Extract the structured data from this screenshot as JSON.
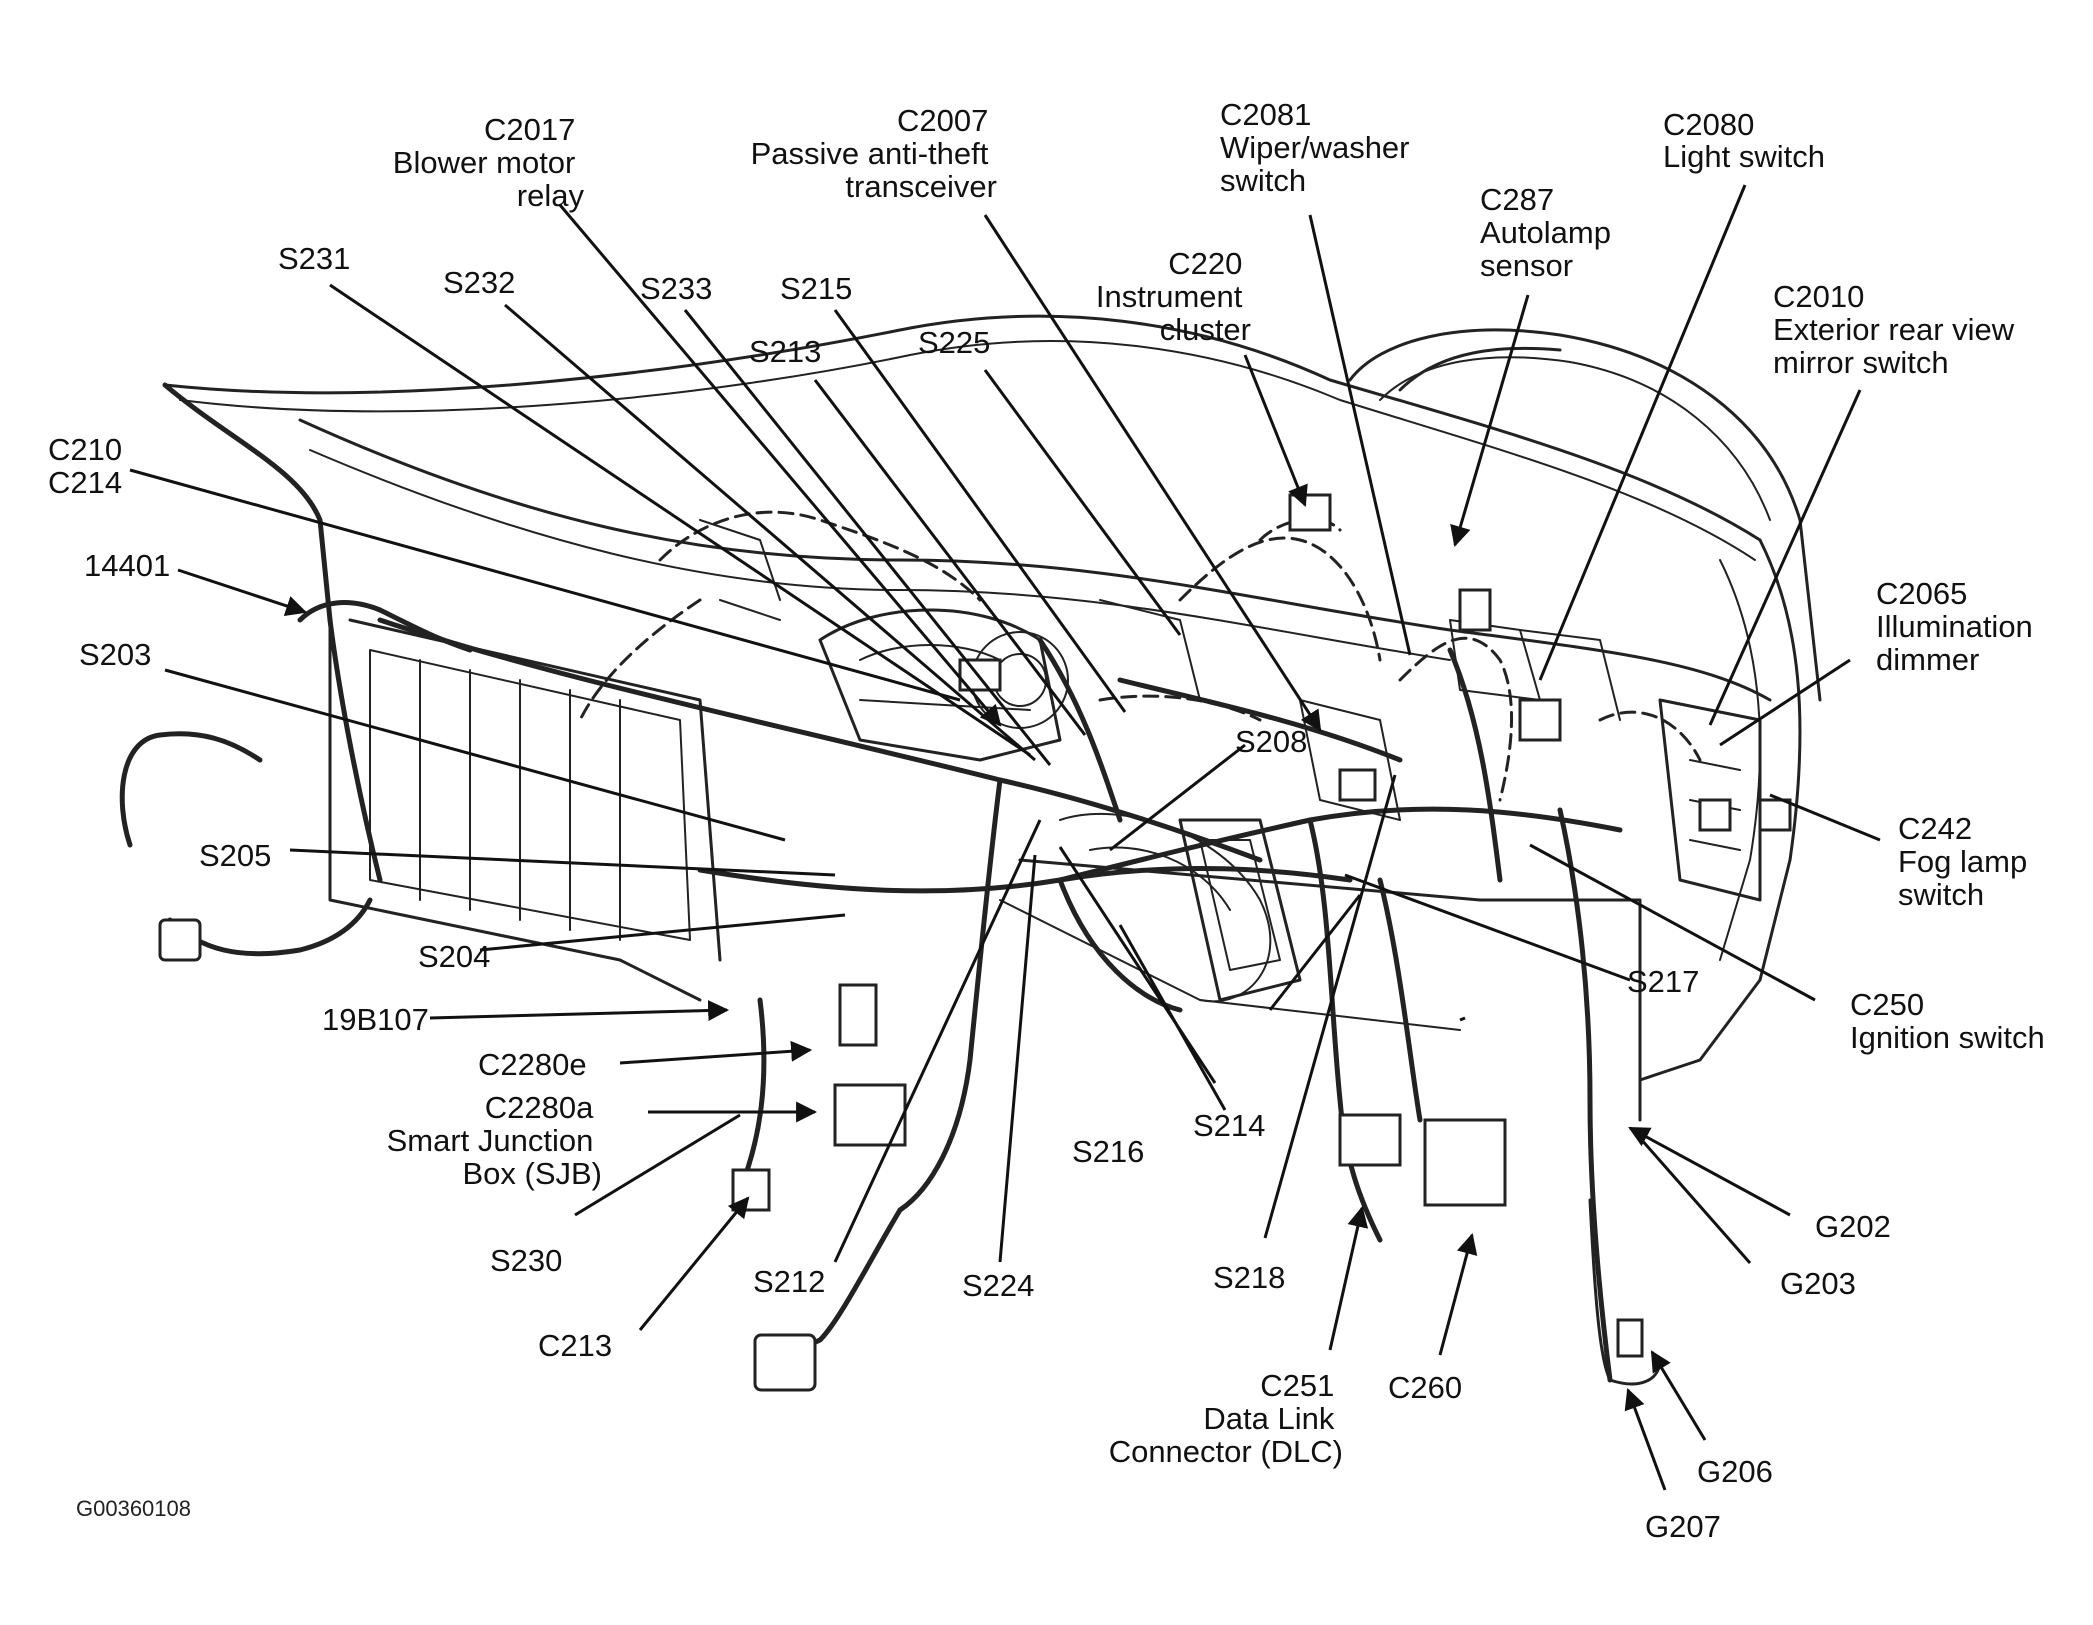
{
  "labels": {
    "c2017": [
      "C2017",
      "Blower motor",
      "relay"
    ],
    "c2007": [
      "C2007",
      "Passive anti-theft",
      "transceiver"
    ],
    "c2081": [
      "C2081",
      "Wiper/washer",
      "switch"
    ],
    "c2080": [
      "C2080",
      "Light switch"
    ],
    "c287": [
      "C287",
      "Autolamp",
      "sensor"
    ],
    "c220": [
      "C220",
      "Instrument",
      "cluster"
    ],
    "c2010": [
      "C2010",
      "Exterior rear view",
      "mirror switch"
    ],
    "s231": "S231",
    "s232": "S232",
    "s233": "S233",
    "s215": "S215",
    "s213": "S213",
    "s225": "S225",
    "c210": [
      "C210",
      "C214"
    ],
    "n14401": "14401",
    "s203": "S203",
    "c2065": [
      "C2065",
      "Illumination",
      "dimmer"
    ],
    "s208": "S208",
    "c242": [
      "C242",
      "Fog lamp",
      "switch"
    ],
    "s205": "S205",
    "s204": "S204",
    "s217": "S217",
    "c250": [
      "C250",
      "Ignition switch"
    ],
    "n19b107": "19B107",
    "c2280e": "C2280e",
    "c2280a": [
      "C2280a",
      "Smart Junction",
      "Box (SJB)"
    ],
    "s216": "S216",
    "s214": "S214",
    "g202": "G202",
    "s230": "S230",
    "s212": "S212",
    "s224": "S224",
    "s218": "S218",
    "g203": "G203",
    "c213": "C213",
    "c251": [
      "C251",
      "Data Link",
      "Connector (DLC)"
    ],
    "c260": "C260",
    "g206": "G206",
    "g207": "G207",
    "figure_code": "G00360108"
  }
}
